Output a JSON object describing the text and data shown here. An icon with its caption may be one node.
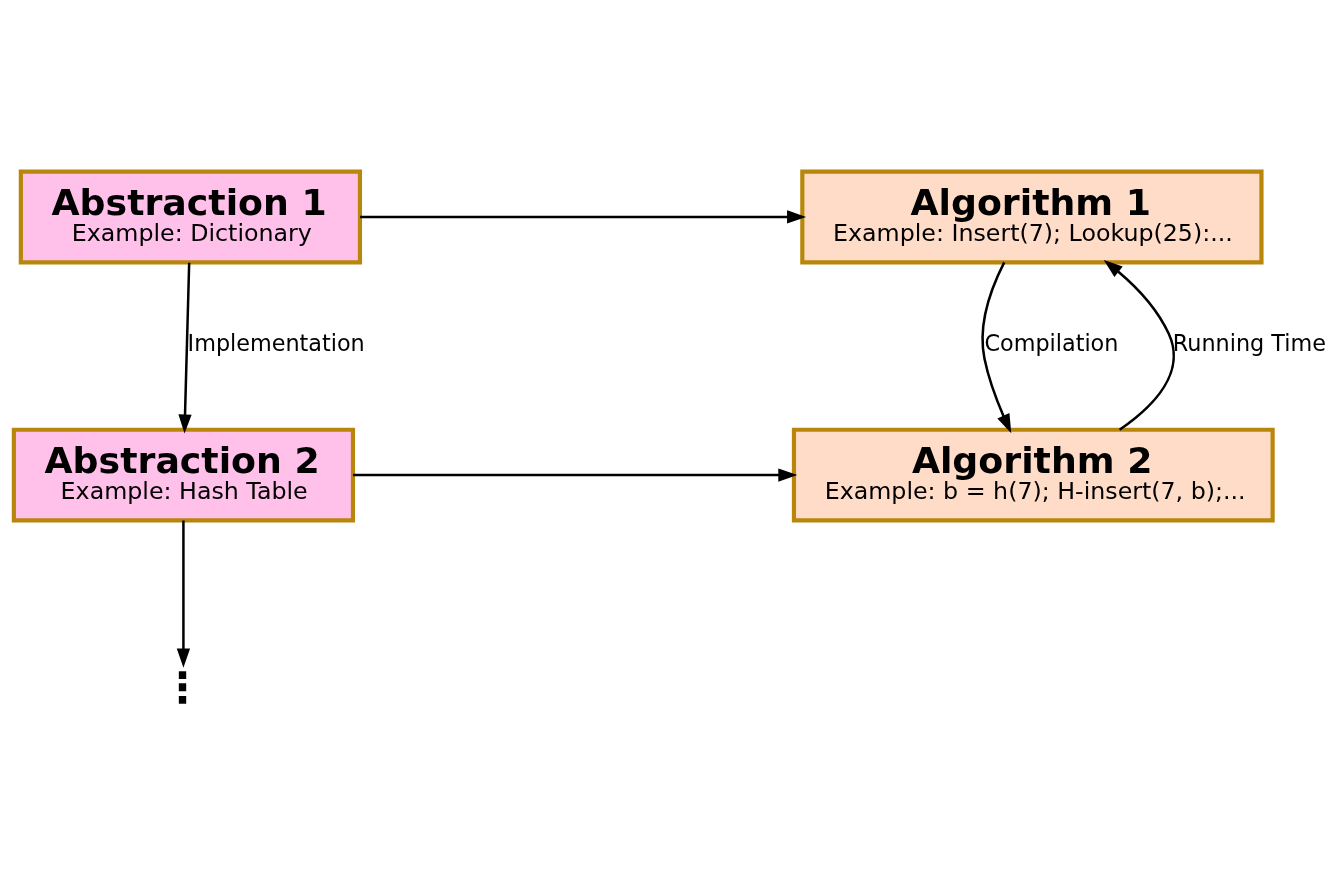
{
  "diagram": {
    "nodes": [
      {
        "text": [
          "Abstraction 1",
          "Example: Dictionary"
        ]
      },
      {
        "text": [
          "Algorithm 1",
          "Example: Insert(7); Lookup(25):..."
        ]
      },
      {
        "text": [
          "Abstraction 2",
          "Example: Hash Table"
        ]
      },
      {
        "text": [
          "Algorithm 2",
          "Example: b = h(7); H-insert(7, b);..."
        ]
      },
      {
        "text": [
          "⋮"
        ]
      }
    ],
    "edges": [
      {
        "from": 0,
        "to": 1,
        "arrow": "to"
      },
      {
        "from": 0,
        "to": 2,
        "arrow": "to",
        "label": "Implementation"
      },
      {
        "from": 1,
        "to": 3,
        "arrow": "to",
        "label": "Compilation"
      },
      {
        "from": 3,
        "to": 1,
        "arrow": "to",
        "label": "Running Time"
      },
      {
        "from": 2,
        "to": 3,
        "arrow": "to"
      },
      {
        "from": 2,
        "to": 4,
        "arrow": "to"
      }
    ]
  }
}
